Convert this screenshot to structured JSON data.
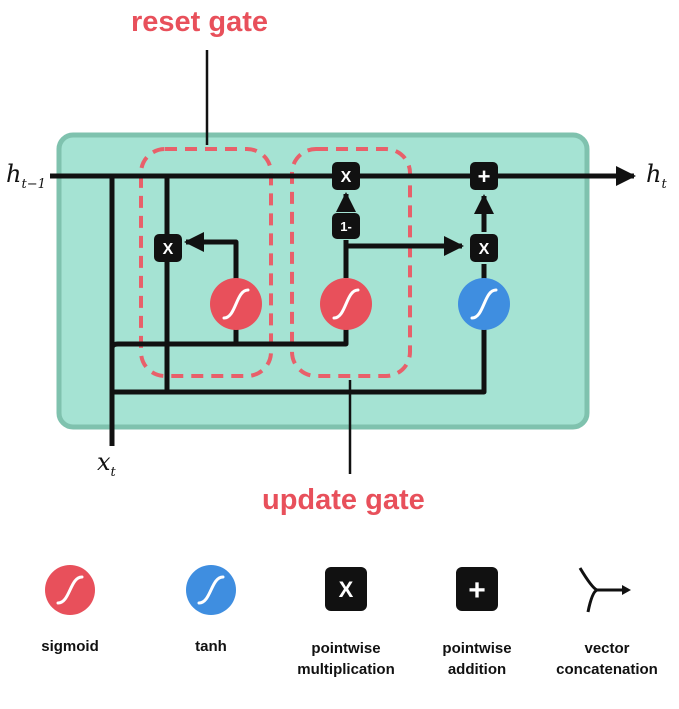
{
  "labels": {
    "reset_gate": "reset gate",
    "update_gate": "update gate"
  },
  "math": {
    "h_prev_main": "h",
    "h_prev_sub": "t−1",
    "h_out_main": "h",
    "h_out_sub": "t",
    "x_in_main": "x",
    "x_in_sub": "t"
  },
  "ops": {
    "multiply": "X",
    "add": "+",
    "one_minus": "1-"
  },
  "legend": [
    {
      "label_line1": "sigmoid",
      "label_line2": "",
      "icon": "sigmoid-icon"
    },
    {
      "label_line1": "tanh",
      "label_line2": "",
      "icon": "tanh-icon"
    },
    {
      "label_line1": "pointwise",
      "label_line2": "multiplication",
      "icon": "multiply-icon"
    },
    {
      "label_line1": "pointwise",
      "label_line2": "addition",
      "icon": "add-icon"
    },
    {
      "label_line1": "vector",
      "label_line2": "concatenation",
      "icon": "concatenation-icon"
    }
  ],
  "colors": {
    "cell_fill": "#a5e3d3",
    "cell_border": "#7fc2ae",
    "sigmoid": "#e8505b",
    "tanh": "#3f8ee0",
    "gate_dash": "#e8606a",
    "op_box": "#111111"
  }
}
